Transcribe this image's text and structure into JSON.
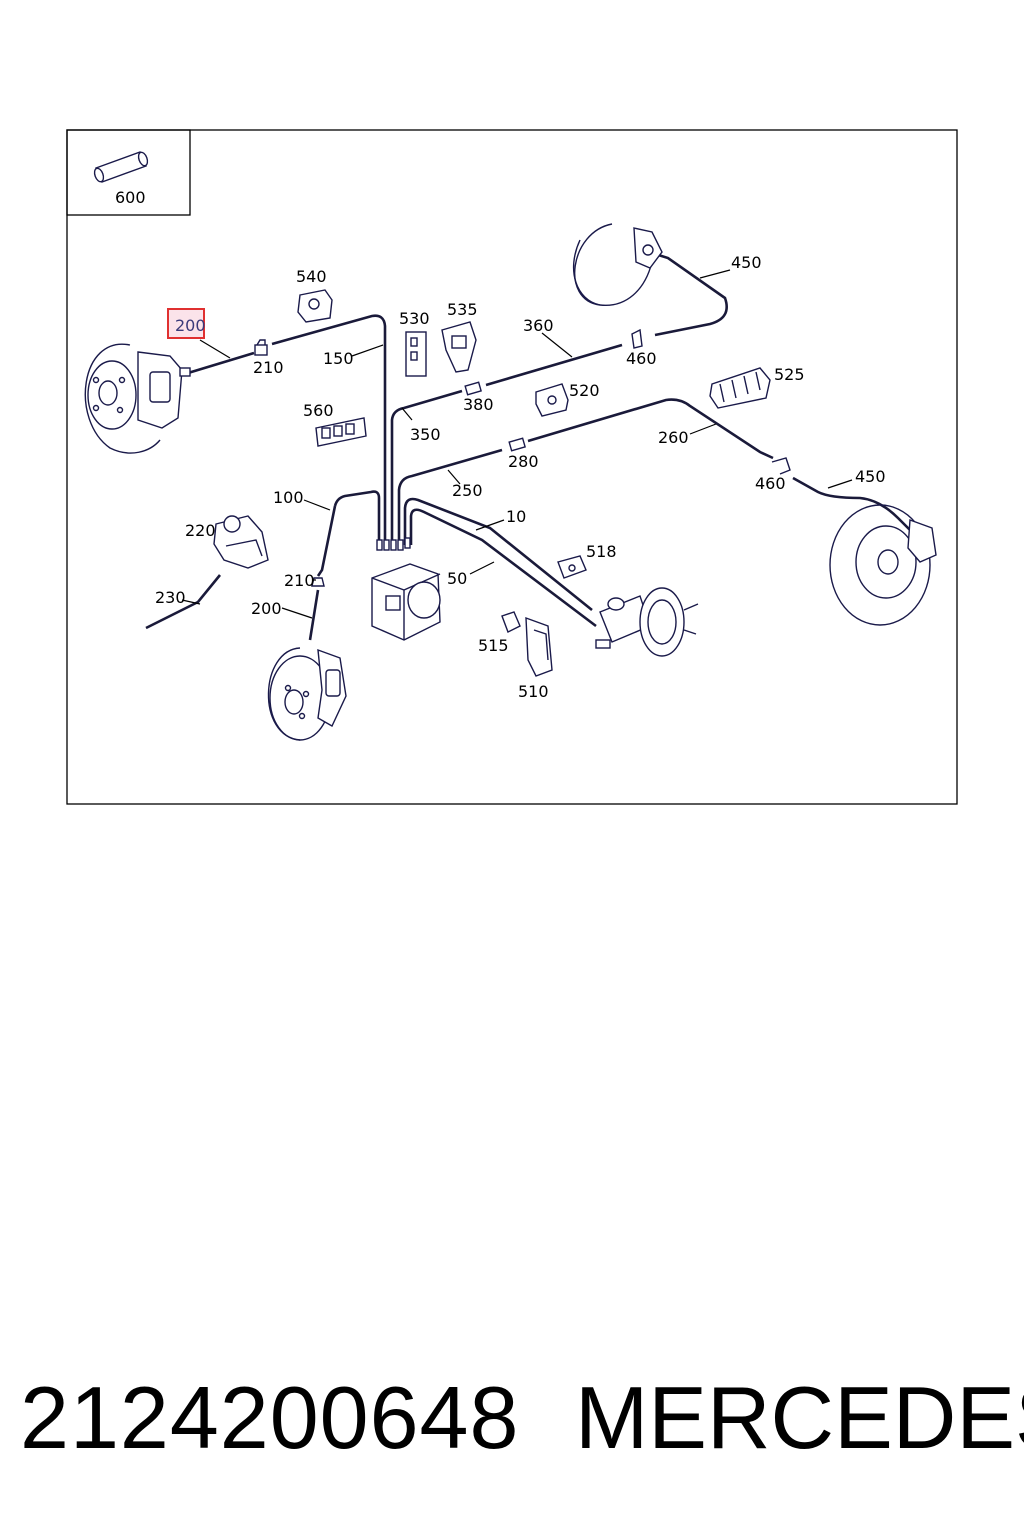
{
  "diagram": {
    "highlighted_label": "200",
    "inset_label": "600",
    "labels": {
      "l540": "540",
      "l530": "530",
      "l535": "535",
      "l360": "360",
      "l450a": "450",
      "l460a": "460",
      "l200a": "200",
      "l210a": "210",
      "l150": "150",
      "l380": "380",
      "l520": "520",
      "l525": "525",
      "l560": "560",
      "l350": "350",
      "l260": "260",
      "l280": "280",
      "l460b": "460",
      "l450b": "450",
      "l250": "250",
      "l100": "100",
      "l10": "10",
      "l220": "220",
      "l518": "518",
      "l50": "50",
      "l210b": "210",
      "l230": "230",
      "l200b": "200",
      "l515": "515",
      "l510": "510"
    }
  },
  "footer": {
    "part_number": "2124200648",
    "brand": "MERCEDES"
  },
  "colors": {
    "highlight_border": "#e03030",
    "highlight_fill": "#fbe3ea",
    "line": "#1a1a3a"
  }
}
